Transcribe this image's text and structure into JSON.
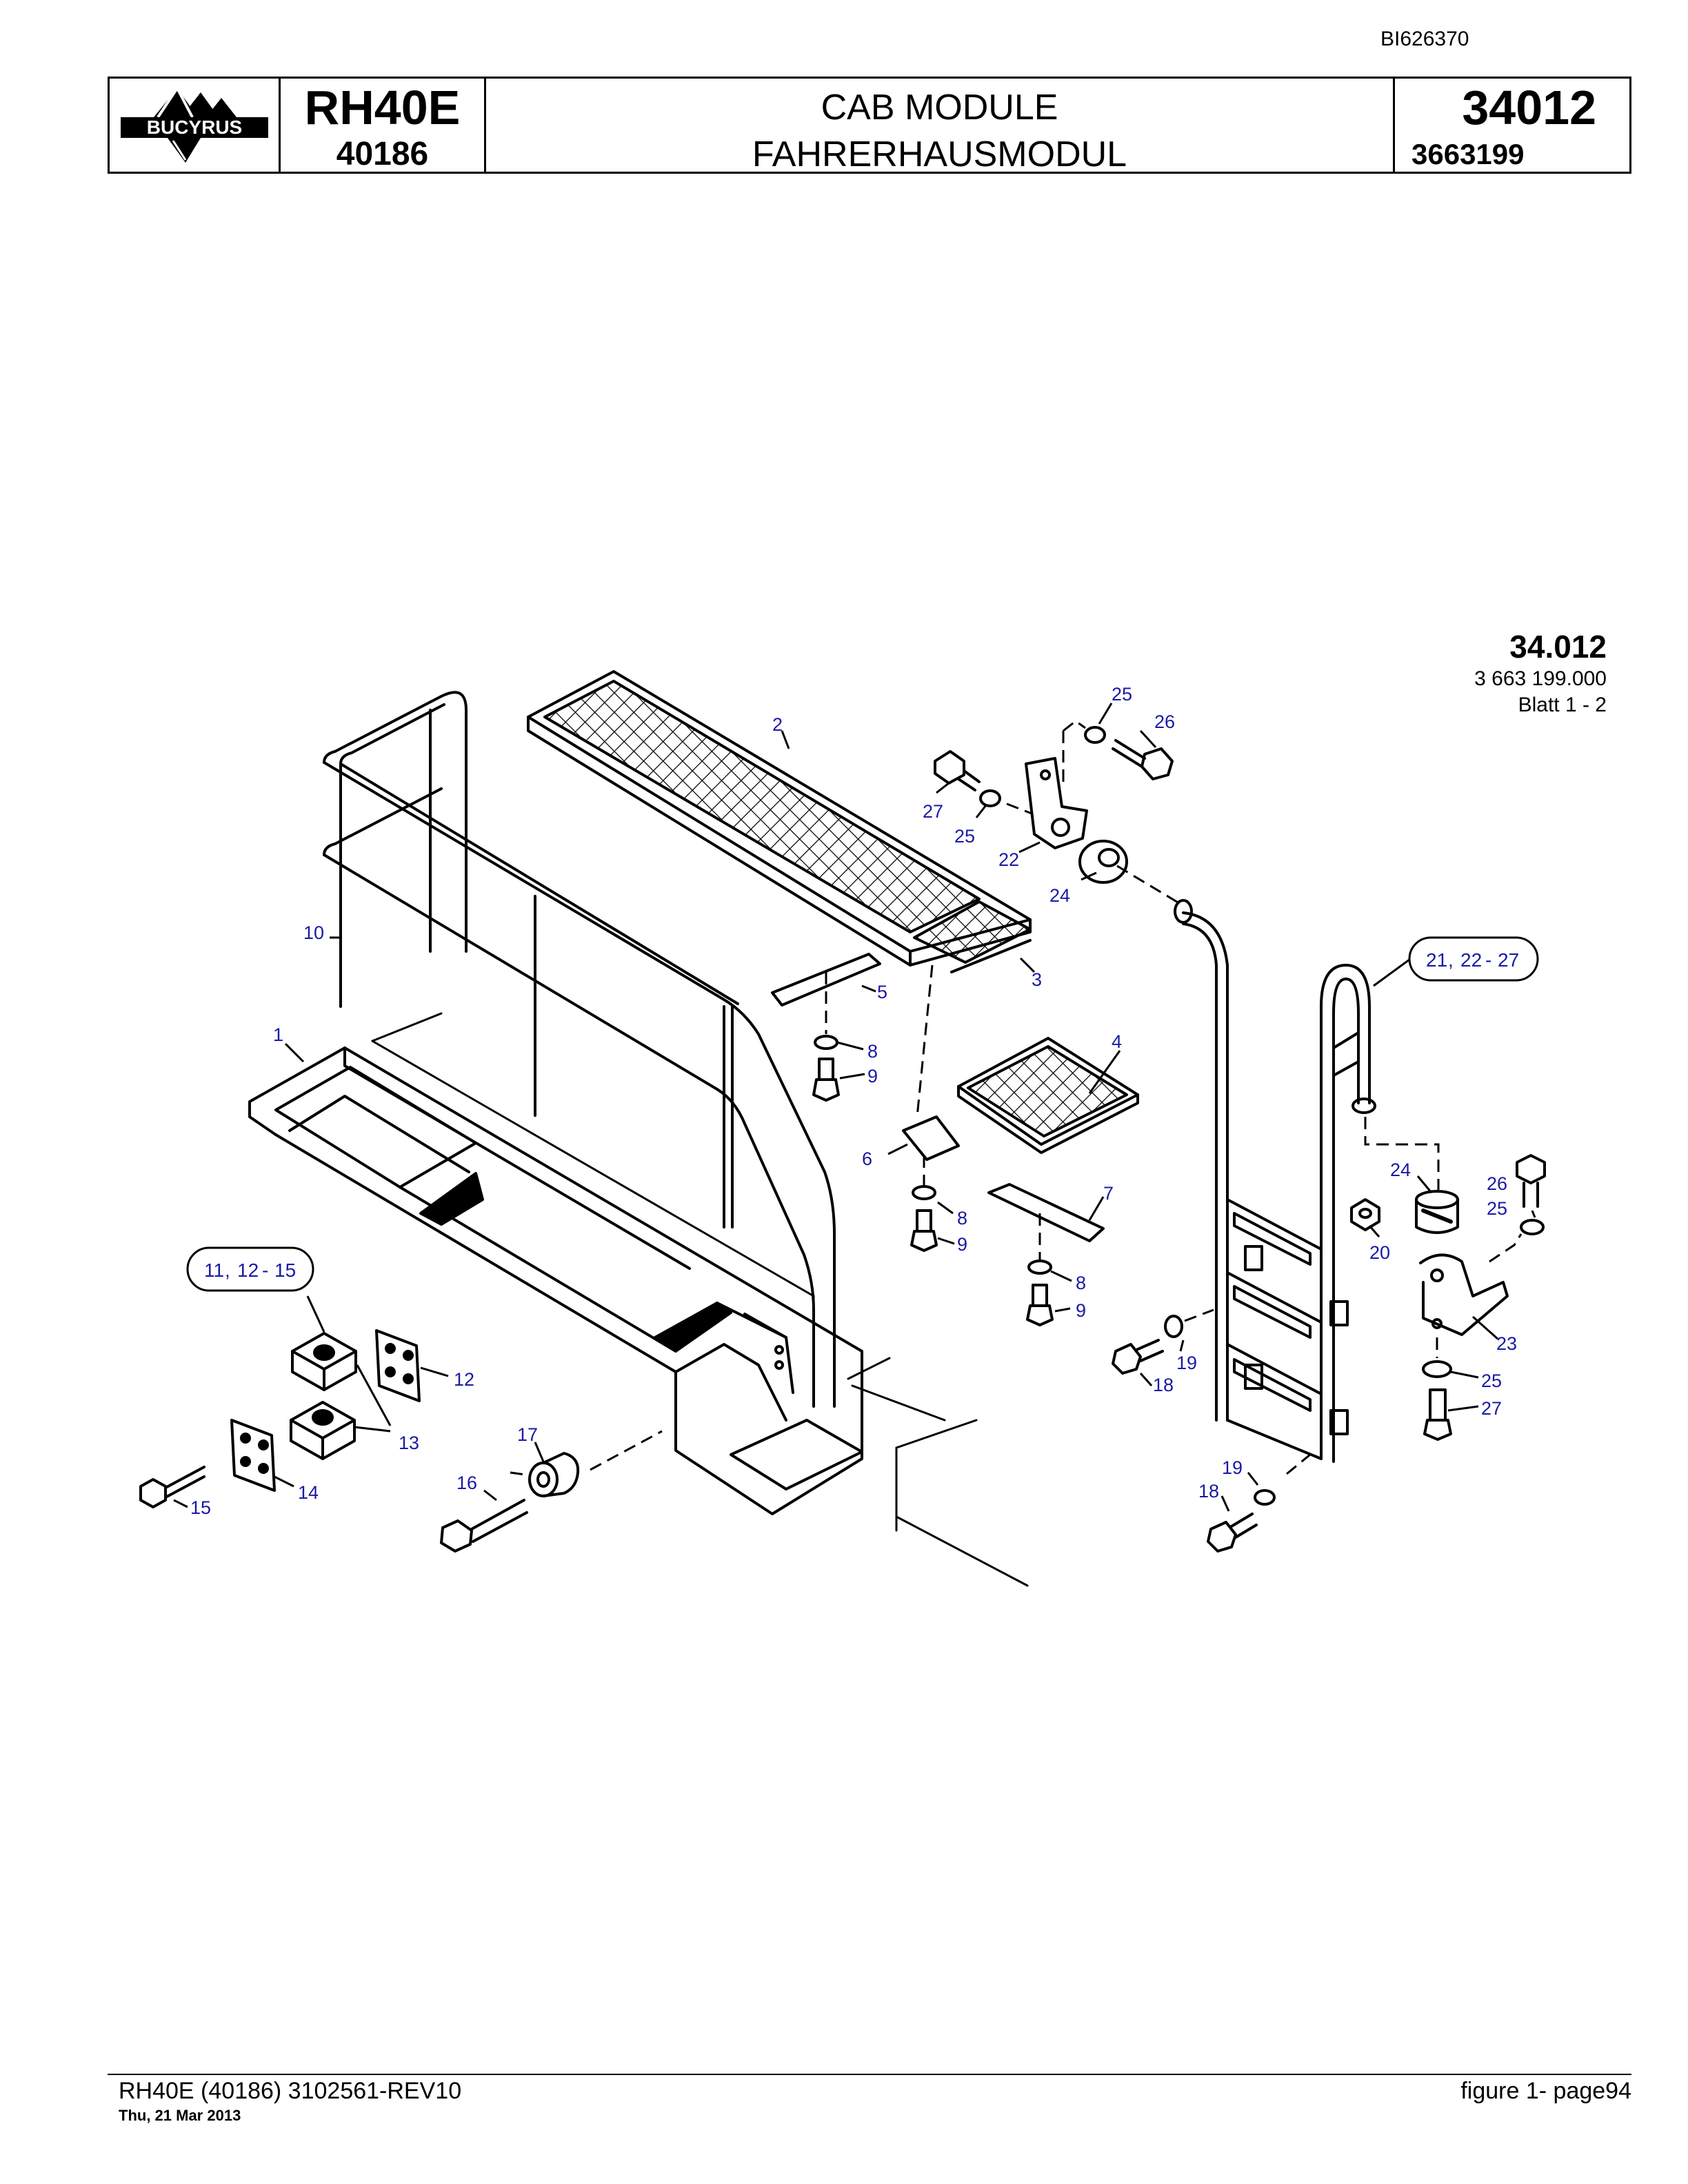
{
  "document": {
    "id": "BI626370"
  },
  "title_block": {
    "logo_text": "BUCYRUS",
    "model": "RH40E",
    "serial": "40186",
    "title_en": "CAB MODULE",
    "title_de": "FAHRERHAUSMODUL",
    "group_number": "34012",
    "part_number": "3663199"
  },
  "sheet_ref": {
    "group": "34.012",
    "part": "3 663 199.000",
    "sheet": "Blatt 1 - 2"
  },
  "diagram": {
    "callouts": {
      "c1": "1",
      "c2": "2",
      "c3": "3",
      "c4": "4",
      "c5": "5",
      "c6": "6",
      "c7": "7",
      "c8a": "8",
      "c8b": "8",
      "c8c": "8",
      "c9a": "9",
      "c9b": "9",
      "c9c": "9",
      "c10": "10",
      "c12": "12",
      "c13": "13",
      "c14": "14",
      "c15": "15",
      "c16": "16",
      "c17": "17",
      "c18a": "18",
      "c18b": "18",
      "c19a": "19",
      "c19b": "19",
      "c20": "20",
      "c22": "22",
      "c23": "23",
      "c24a": "24",
      "c24b": "24",
      "c25a": "25",
      "c25b": "25",
      "c25c": "25",
      "c25d": "25",
      "c26a": "26",
      "c26b": "26",
      "c27a": "27",
      "c27b": "27"
    },
    "groups": {
      "g1": {
        "main": "11",
        "sep": ",",
        "from": "12",
        "dash": "-",
        "to": "15"
      },
      "g2": {
        "main": "21",
        "sep": ",",
        "from": "22",
        "dash": "-",
        "to": "27"
      }
    }
  },
  "footer": {
    "left": "RH40E (40186) 3102561-REV10",
    "date": "Thu, 21 Mar 2013",
    "right": "figure  1- page94"
  }
}
